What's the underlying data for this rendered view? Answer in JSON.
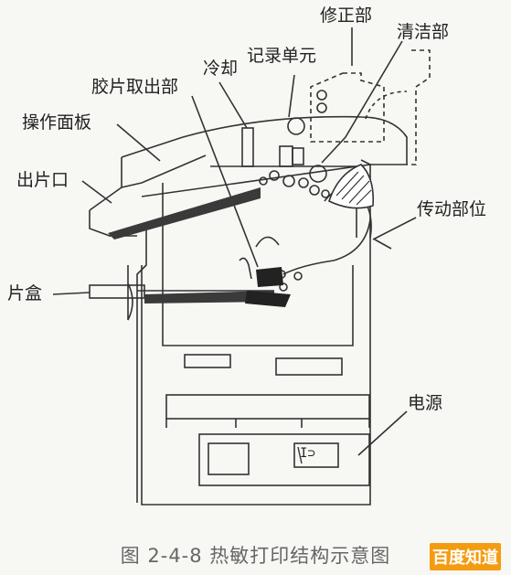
{
  "labels": {
    "trimming_unit": "修正部",
    "cleaning_unit": "清洁部",
    "recorder_unit": "记录单元",
    "cooling": "冷却",
    "film_pickup": "胶片取出部",
    "control_panel": "操作面板",
    "film_outlet": "出片口",
    "drive_part": "传动部位",
    "film_cassette": "片盒",
    "power_supply": "电源"
  },
  "figure": {
    "caption": "图 2-4-8   热敏打印结构示意图",
    "watermark": "百度知道",
    "power_switch_glyph": "I⊃"
  }
}
